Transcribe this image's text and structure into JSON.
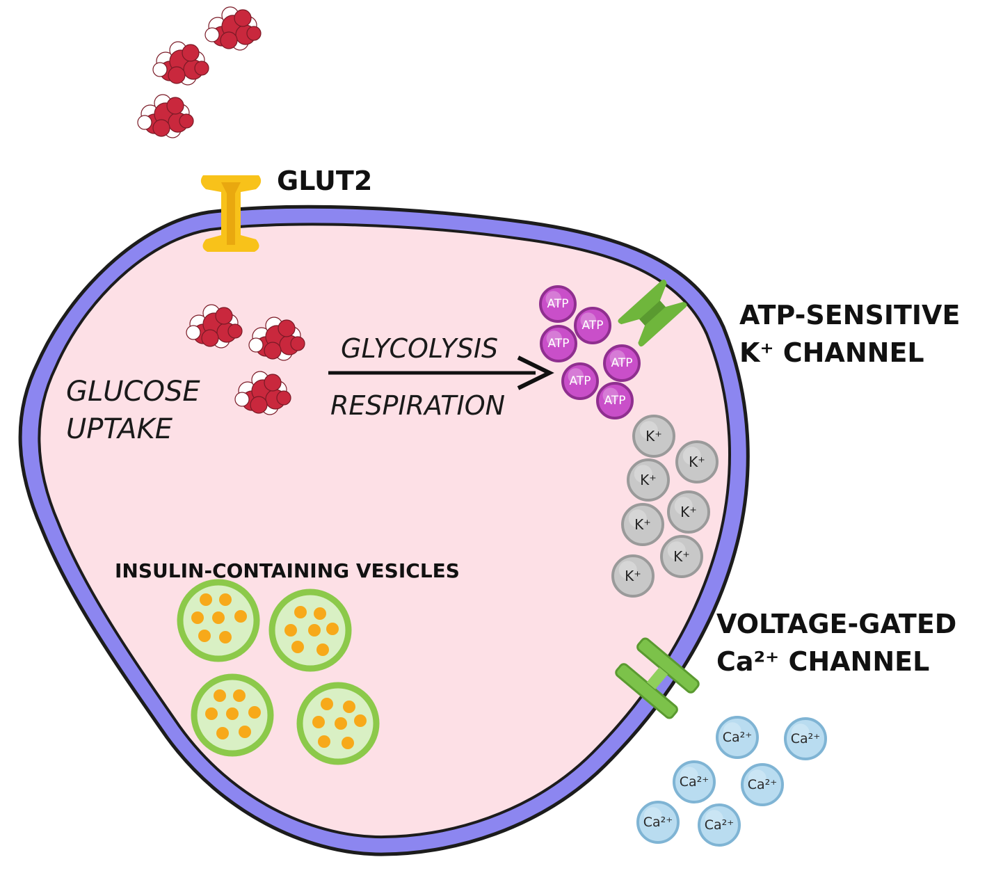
{
  "labels": {
    "glut2": "GLUT2",
    "atp_channel_line1": "ATP-SENSITIVE",
    "atp_channel_line2": "K⁺ CHANNEL",
    "glucose_uptake_line1": "GLUCOSE",
    "glucose_uptake_line2": "UPTAKE",
    "glycolysis": "GLYCOLYSIS",
    "respiration": "RESPIRATION",
    "insulin_vesicles": "INSULIN-CONTAINING VESICLES",
    "ca_channel_line1": "VOLTAGE-GATED",
    "ca_channel_line2": "Ca²⁺ CHANNEL"
  },
  "ions": {
    "atp_label": "ATP",
    "k_label": "K⁺",
    "ca_label": "Ca²⁺"
  },
  "colors": {
    "cytoplasm": "#fde0e6",
    "membrane": "#8c86f0",
    "membrane_outline": "#1c1c1c",
    "glut2": "#f8c21a",
    "channel_green": "#6fb63c",
    "atp": "#c94fc9",
    "k_ion": "#c8c8c8",
    "ca_ion": "#b9dcf0",
    "vesicle_fill": "#d9f0c4",
    "vesicle_ring": "#8cc94a",
    "insulin_granule": "#f7a91a",
    "glucose_red": "#c9283d"
  }
}
